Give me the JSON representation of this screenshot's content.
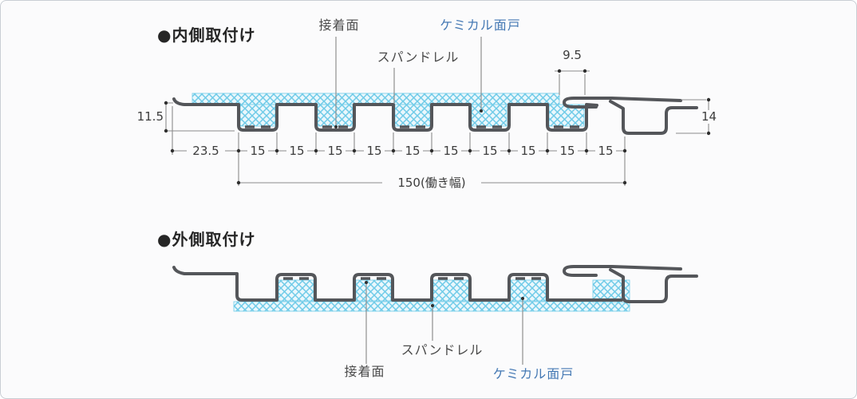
{
  "colors": {
    "profile": "#54565a",
    "hatch_line": "#6fcbe8",
    "hatch_bg": "#eaf7fc",
    "blue_label": "#4579b4",
    "dim_text": "#3c3c3c",
    "heading": "#262626",
    "dim_line": "#8b8b8b"
  },
  "top_diagram": {
    "heading": "●内側取付け",
    "labels": {
      "adhesive_surface": "接着面",
      "spandrel": "スパンドレル",
      "chemical_mendo": "ケミカル面戸"
    },
    "dimensions": {
      "depth": "11.5",
      "left_margin": "23.5",
      "pitch_segments": [
        "15",
        "15",
        "15",
        "15",
        "15",
        "15",
        "15",
        "15",
        "15",
        "15"
      ],
      "working_width": "150(働き幅)",
      "lap": "9.5",
      "joint_height": "14"
    }
  },
  "bottom_diagram": {
    "heading": "●外側取付け",
    "labels": {
      "adhesive_surface": "接着面",
      "spandrel": "スパンドレル",
      "chemical_mendo": "ケミカル面戸"
    }
  }
}
